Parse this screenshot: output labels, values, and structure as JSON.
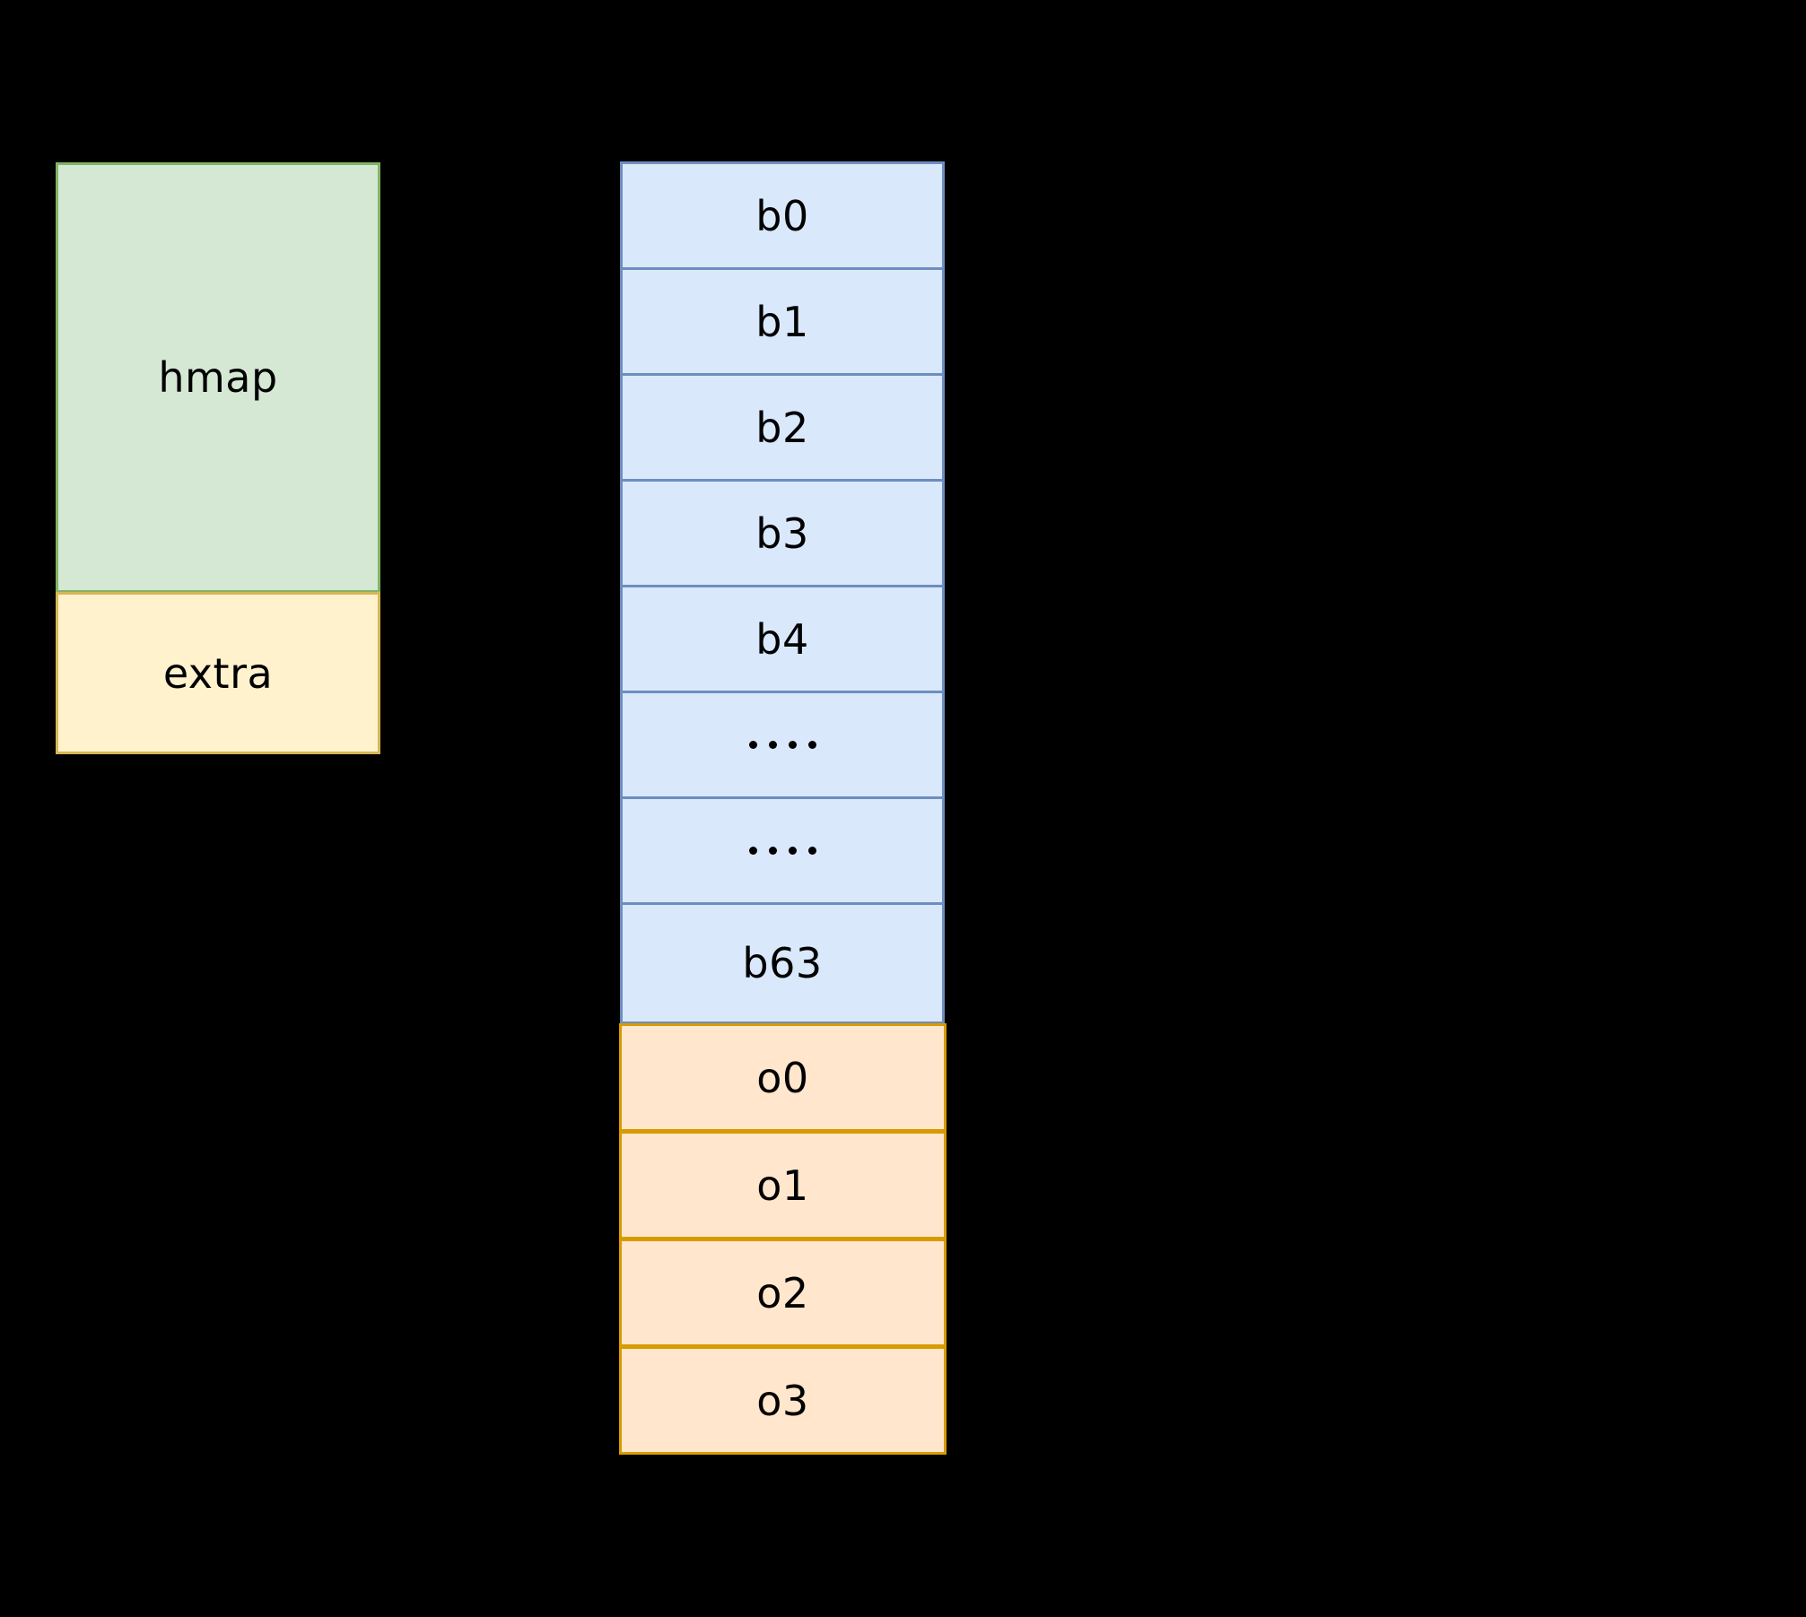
{
  "diagram": {
    "title": "go-map-memory-layout",
    "background_color": "#000000",
    "text_color": "#000000"
  },
  "struct_group": {
    "name": "map-header-struct",
    "blocks": [
      {
        "label": "hmap",
        "fill": "#d5e8d4",
        "stroke": "#82b366"
      },
      {
        "label": "extra",
        "fill": "#fff2cc",
        "stroke": "#d6b656"
      }
    ]
  },
  "bucket_column": {
    "name": "buckets-array",
    "fill": "#dae8fc",
    "stroke": "#6c8ebf",
    "cells": [
      {
        "label": "b0",
        "kind": "text"
      },
      {
        "label": "b1",
        "kind": "text"
      },
      {
        "label": "b2",
        "kind": "text"
      },
      {
        "label": "b3",
        "kind": "text"
      },
      {
        "label": "b4",
        "kind": "text"
      },
      {
        "label": "....",
        "kind": "dots",
        "dot_count": 4
      },
      {
        "label": "....",
        "kind": "dots",
        "dot_count": 4
      },
      {
        "label": "b63",
        "kind": "text"
      }
    ]
  },
  "overflow_column": {
    "name": "overflow-buckets-array",
    "fill": "#ffe6cc",
    "stroke": "#d79b00",
    "cells": [
      {
        "label": "o0"
      },
      {
        "label": "o1"
      },
      {
        "label": "o2"
      },
      {
        "label": "o3"
      }
    ]
  }
}
